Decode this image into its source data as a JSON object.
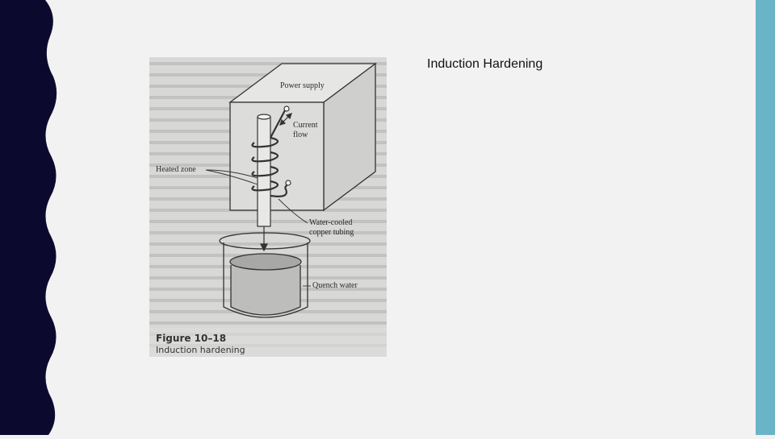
{
  "slide": {
    "title": "Induction Hardening",
    "colors": {
      "background": "#f2f2f2",
      "left_band": "#0b0a2e",
      "right_band": "#6ab4c8"
    }
  },
  "figure": {
    "labels": {
      "power_supply": "Power supply",
      "current_flow_line1": "Current",
      "current_flow_line2": "flow",
      "heated_zone": "Heated zone",
      "tubing_line1": "Water-cooled",
      "tubing_line2": "copper tubing",
      "quench_water": "Quench water"
    },
    "caption": {
      "number": "Figure 10–18",
      "text": "Induction hardening"
    }
  }
}
